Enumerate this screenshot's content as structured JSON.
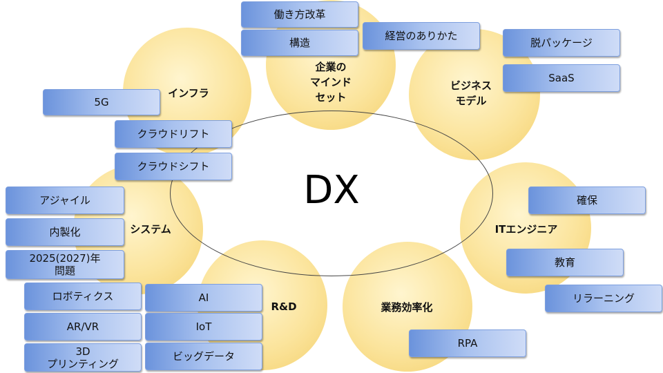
{
  "center_label": "DX",
  "categories": {
    "mindset": "企業の\nマインド\nセット",
    "business_model": "ビジネス\nモデル",
    "infra": "インフラ",
    "system": "システム",
    "it_engineer": "ITエンジニア",
    "rnd": "R&D",
    "efficiency": "業務効率化"
  },
  "tags": {
    "hatarakikata": "働き方改革",
    "kouzou": "構造",
    "keiei": "経営のありかた",
    "datsu_package": "脱パッケージ",
    "saas": "SaaS",
    "five_g": "5G",
    "cloud_lift": "クラウドリフト",
    "cloud_shift": "クラウドシフト",
    "agile": "アジャイル",
    "naisei": "内製化",
    "year_problem": "2025(2027)年\n問題",
    "kakuho": "確保",
    "kyouiku": "教育",
    "relearning": "リラーニング",
    "robotics": "ロボティクス",
    "arvr": "AR/VR",
    "printing": "3D\nプリンティング",
    "ai": "AI",
    "iot": "IoT",
    "bigdata": "ビッグデータ",
    "rpa": "RPA"
  }
}
